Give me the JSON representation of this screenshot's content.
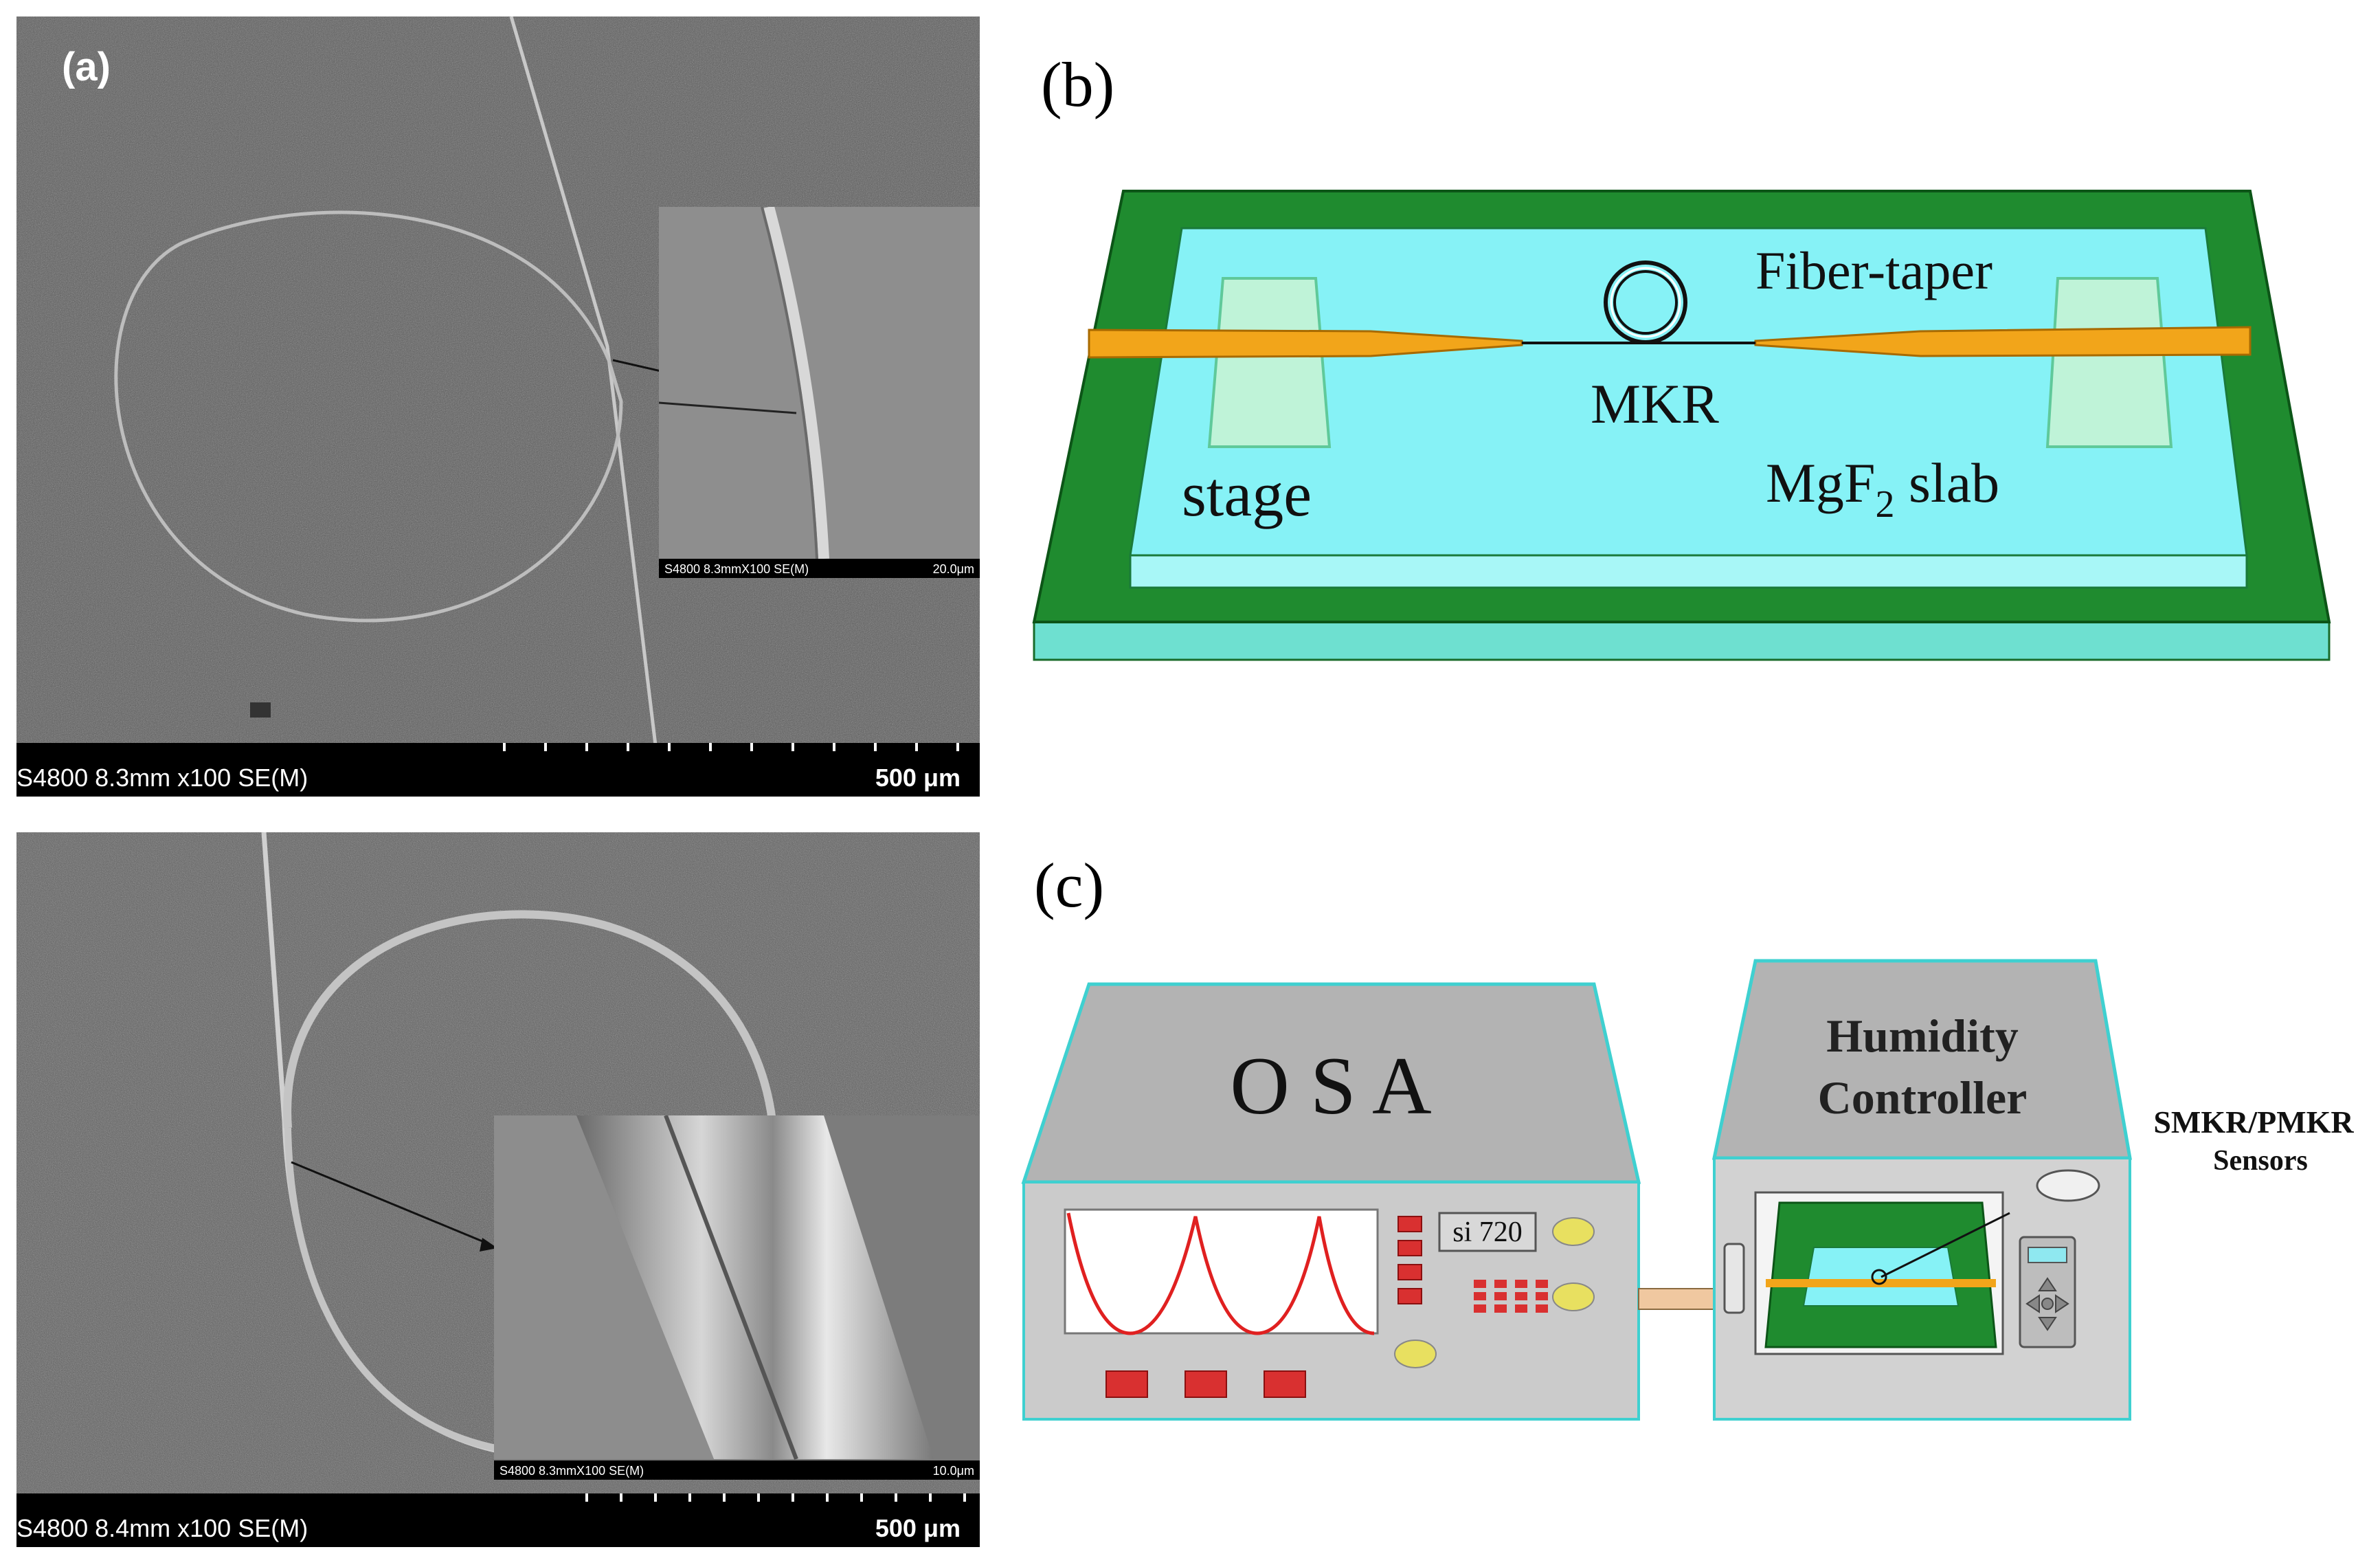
{
  "panel_a": {
    "label": "(a)",
    "top_image": {
      "info": "S4800 8.3mm x100 SE(M)",
      "scale": "500 μm",
      "inset_info": "S4800 8.3mmX100 SE(M)",
      "inset_scale": "20.0μm"
    },
    "bottom_image": {
      "info": "S4800 8.4mm x100 SE(M)",
      "scale": "500 μm",
      "inset_info": "S4800 8.3mmX100 SE(M)",
      "inset_scale": "10.0μm"
    }
  },
  "panel_b": {
    "label": "(b)",
    "fiber_taper": "Fiber-taper",
    "mkr": "MKR",
    "stage": "stage",
    "slab": "MgF",
    "slab_subscript": "2",
    "slab_suffix": " slab"
  },
  "panel_c": {
    "label": "(c)",
    "osa": "O S A",
    "display": "si 720",
    "humidity_line1": "Humidity",
    "humidity_line2": "Controller",
    "sensors_line1": "SMKR/PMKR",
    "sensors_line2": "Sensors"
  },
  "colors": {
    "green": "#1e8a2e",
    "cyan": "#7ff3f3",
    "fiber_orange": "#f0a020",
    "gray_box": "#b3b3b3",
    "red_button": "#d93030",
    "yellow_knob": "#e8e060"
  }
}
